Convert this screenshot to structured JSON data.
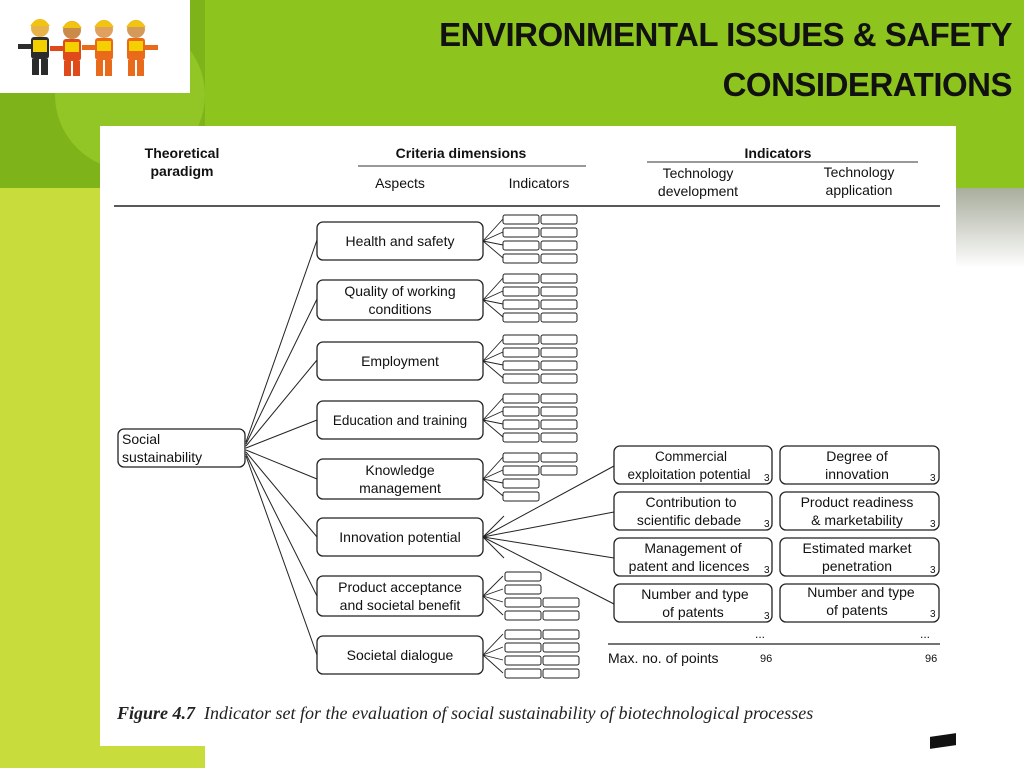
{
  "slide": {
    "title_line1": "ENVIRONMENTAL ISSUES & SAFETY",
    "title_line2": "CONSIDERATIONS"
  },
  "diagram": {
    "headers": {
      "theoretical_paradigm_line1": "Theoretical",
      "theoretical_paradigm_line2": "paradigm",
      "criteria_dimensions": "Criteria dimensions",
      "aspects": "Aspects",
      "indicators_col": "Indicators",
      "indicators_group": "Indicators",
      "tech_dev_line1": "Technology",
      "tech_dev_line2": "development",
      "tech_app_line1": "Technology",
      "tech_app_line2": "application"
    },
    "root_line1": "Social",
    "root_line2": "sustainability",
    "aspects": [
      {
        "line1": "Health and safety",
        "line2": ""
      },
      {
        "line1": "Quality of  working",
        "line2": "conditions"
      },
      {
        "line1": "Employment",
        "line2": ""
      },
      {
        "line1": "Education and training",
        "line2": ""
      },
      {
        "line1": "Knowledge",
        "line2": "management"
      },
      {
        "line1": "Innovation potential",
        "line2": ""
      },
      {
        "line1": "Product acceptance",
        "line2": "and societal benefit"
      },
      {
        "line1": "Societal dialogue",
        "line2": ""
      }
    ],
    "innovation_indicators": [
      {
        "dev_line1": "Commercial",
        "dev_line2": "exploitation potential",
        "dev_points": "3",
        "app_line1": "Degree of",
        "app_line2": "innovation",
        "app_points": "3"
      },
      {
        "dev_line1": "Contribution to",
        "dev_line2": "scientific debade",
        "dev_points": "3",
        "app_line1": "Product readiness",
        "app_line2": "& marketability",
        "app_points": "3"
      },
      {
        "dev_line1": "Management of",
        "dev_line2": "patent and licences",
        "dev_points": "3",
        "app_line1": "Estimated market",
        "app_line2": "penetration",
        "app_points": "3"
      },
      {
        "dev_line1": "Number and type",
        "dev_line2": "of patents",
        "dev_points": "3",
        "app_line1": "Number and type",
        "app_line2": "of patents",
        "app_points": "3"
      }
    ],
    "ellipsis_dev": "...",
    "ellipsis_app": "...",
    "max_points_label": "Max. no. of points",
    "max_points_dev": "96",
    "max_points_app": "96"
  },
  "caption": {
    "label": "Figure  4.7",
    "text": "Indicator  set  for  the  evaluation  of  social  sustainability  of  biotechnological processes"
  },
  "colors": {
    "green_top": "#8ec41e",
    "green_left": "#c8dc3c"
  },
  "icons": [
    "construction-workers-logo"
  ]
}
